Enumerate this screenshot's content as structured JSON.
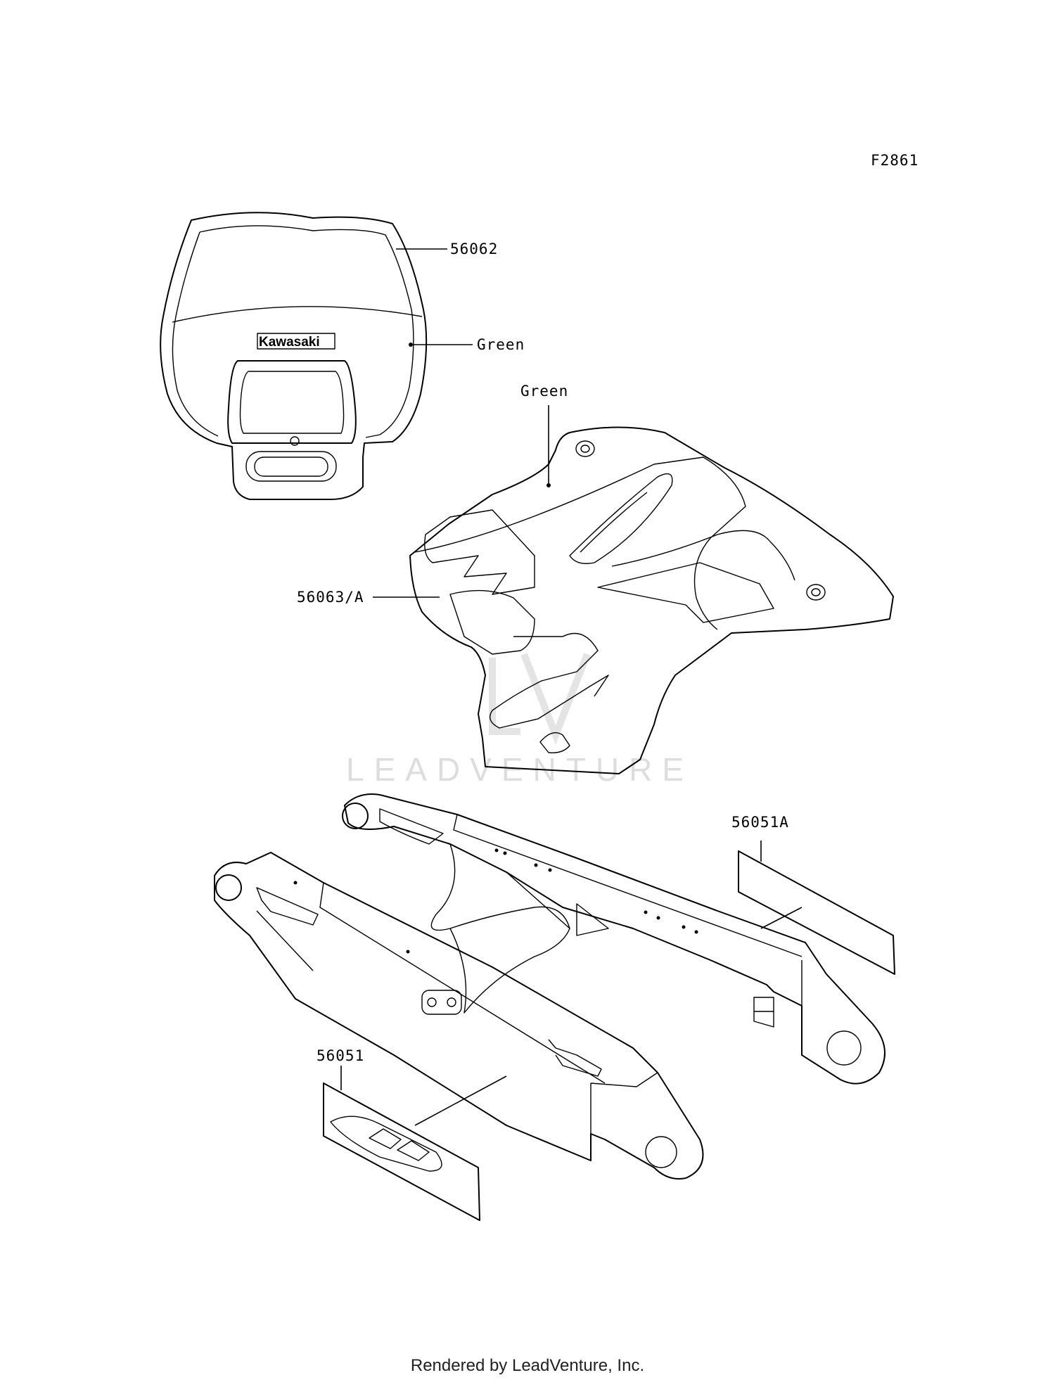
{
  "diagram": {
    "code": "F2861",
    "watermark": "LEADVENTURE",
    "headlight_logo": "Kawasaki",
    "callouts": {
      "headlight_cover": "56062",
      "headlight_color": "Green",
      "shroud_color": "Green",
      "shroud_decal": "56063/A",
      "swingarm_decal_right": "56051A",
      "swingarm_decal_left": "56051"
    }
  },
  "footer": {
    "credit": "Rendered by LeadVenture, Inc."
  }
}
